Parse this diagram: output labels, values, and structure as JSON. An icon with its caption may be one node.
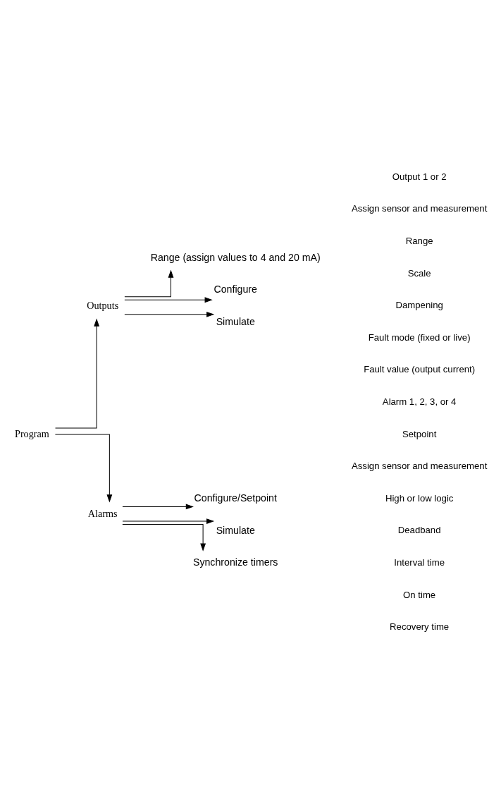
{
  "diagram": {
    "nodes": [
      {
        "text": [
          "Program"
        ]
      },
      {
        "text": [
          "Outputs"
        ]
      },
      {
        "text": [
          "Range (assign values to 4 and 20 mA)"
        ]
      },
      {
        "text": [
          "Configure"
        ]
      },
      {
        "text": [
          "Simulate"
        ]
      },
      {
        "text": [
          "Alarms"
        ]
      },
      {
        "text": [
          "Configure/Setpoint"
        ]
      },
      {
        "text": [
          "Simulate"
        ]
      },
      {
        "text": [
          "Synchronize timers"
        ]
      }
    ],
    "edges": [
      {
        "from": 0,
        "to": 1,
        "arrow": "to"
      },
      {
        "from": 1,
        "to": 2,
        "arrow": "to"
      },
      {
        "from": 1,
        "to": 3,
        "arrow": "to"
      },
      {
        "from": 1,
        "to": 4,
        "arrow": "to"
      },
      {
        "from": 0,
        "to": 5,
        "arrow": "to"
      },
      {
        "from": 5,
        "to": 6,
        "arrow": "to"
      },
      {
        "from": 5,
        "to": 7,
        "arrow": "to"
      },
      {
        "from": 5,
        "to": 8,
        "arrow": "to"
      }
    ],
    "labels": [
      "Output 1 or 2",
      "Assign sensor and measurement",
      "Range",
      "Scale",
      "Dampening",
      "Fault mode (fixed or live)",
      "Fault value (output current)",
      "Alarm 1, 2, 3, or 4",
      "Setpoint",
      "Assign sensor and measurement",
      "High or low logic",
      "Deadband",
      "Interval time",
      "On time",
      "Recovery time"
    ]
  }
}
